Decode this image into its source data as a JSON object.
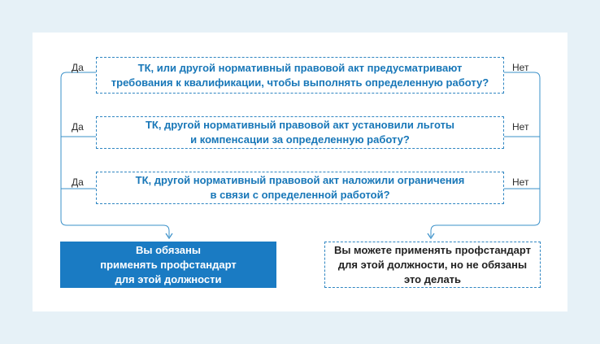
{
  "questions": [
    {
      "line1": "ТК, или другой нормативный правовой акт предусматривают",
      "line2": "требования к квалификации, чтобы выполнять определенную работу?",
      "yes": "Да",
      "no": "Нет"
    },
    {
      "line1": "ТК, другой нормативный правовой акт установили льготы",
      "line2": "и компенсации за определенную работу?",
      "yes": "Да",
      "no": "Нет"
    },
    {
      "line1": "ТК, другой нормативный правовой акт наложили ограничения",
      "line2": "в связи с определенной работой?",
      "yes": "Да",
      "no": "Нет"
    }
  ],
  "results": {
    "yes": {
      "line1": "Вы обязаны",
      "line2": "применять профстандарт",
      "line3": "для этой должности"
    },
    "no": {
      "line1": "Вы можете применять профстандарт",
      "line2": "для этой должности, но не обязаны",
      "line3": "это делать"
    }
  },
  "colors": {
    "accent": "#1a7bc3",
    "line": "#3a90c9",
    "background": "#e6f1f7"
  }
}
